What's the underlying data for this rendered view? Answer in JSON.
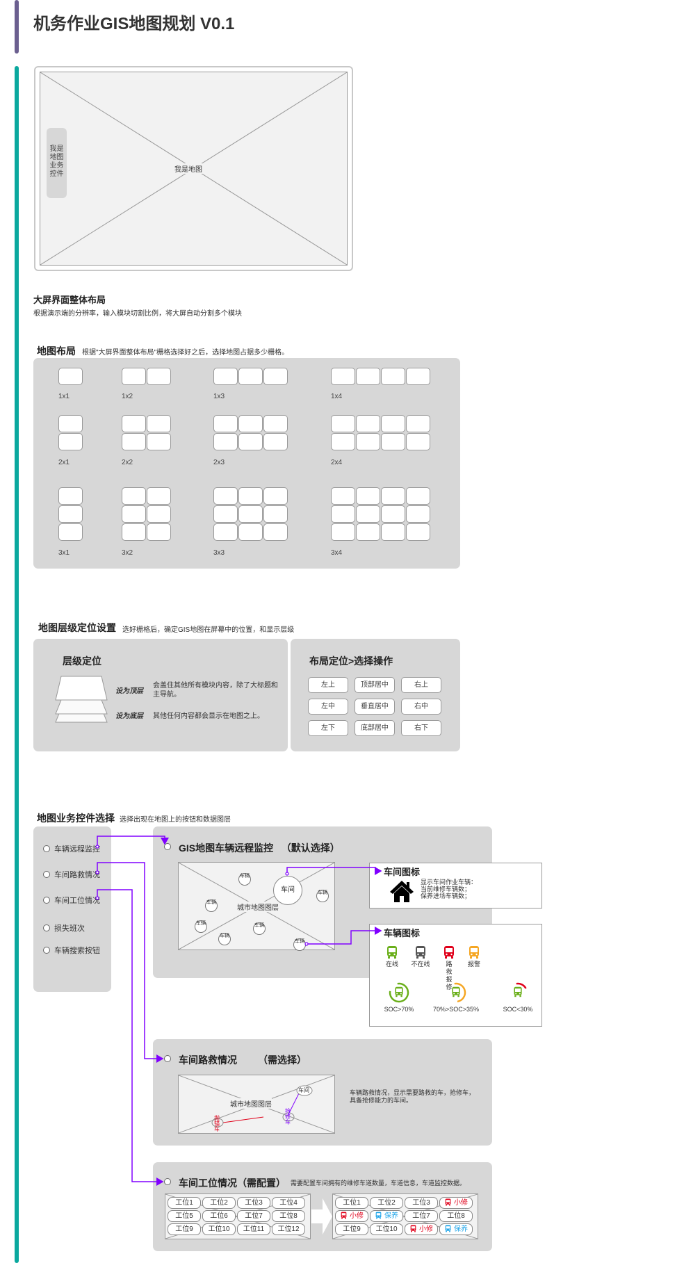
{
  "title": "机务作业GIS地图规划 V0.1",
  "hero": {
    "map_label": "我是地图",
    "control_label": "我是地图业务控件"
  },
  "overall_layout": {
    "title": "大屏界面整体布局",
    "desc": "根据演示端的分辨率，输入模块切割比例，将大屏自动分割多个模块"
  },
  "map_layout": {
    "title": "地图布局",
    "desc": "根据\"大屏界面整体布局\"栅格选择好之后，选择地图占据多少栅格。",
    "grids": [
      {
        "label": "1x1",
        "rows": 1,
        "cols": 1
      },
      {
        "label": "1x2",
        "rows": 1,
        "cols": 2
      },
      {
        "label": "1x3",
        "rows": 1,
        "cols": 3
      },
      {
        "label": "1x4",
        "rows": 1,
        "cols": 4
      },
      {
        "label": "2x1",
        "rows": 2,
        "cols": 1
      },
      {
        "label": "2x2",
        "rows": 2,
        "cols": 2
      },
      {
        "label": "2x3",
        "rows": 2,
        "cols": 3
      },
      {
        "label": "2x4",
        "rows": 2,
        "cols": 4
      },
      {
        "label": "3x1",
        "rows": 3,
        "cols": 1
      },
      {
        "label": "3x2",
        "rows": 3,
        "cols": 2
      },
      {
        "label": "3x3",
        "rows": 3,
        "cols": 3
      },
      {
        "label": "3x4",
        "rows": 3,
        "cols": 4
      }
    ]
  },
  "layer_setting": {
    "title": "地图层级定位设置",
    "desc": "选好栅格后，确定GIS地图在屏幕中的位置，和显示层级",
    "layer": {
      "title": "层级定位",
      "top_label": "设为顶层",
      "top_desc": "会盖住其他所有模块内容，除了大标题和主导航。",
      "bottom_label": "设为底层",
      "bottom_desc": "其他任何内容都会显示在地图之上。"
    },
    "position": {
      "title": "布局定位>选择操作",
      "buttons": [
        "左上",
        "顶部居中",
        "右上",
        "左中",
        "垂直居中",
        "右中",
        "左下",
        "底部居中",
        "右下"
      ]
    }
  },
  "controls": {
    "title": "地图业务控件选择",
    "desc": "选择出现在地图上的按钮和数据图层",
    "options": [
      "车辆远程监控",
      "车间路救情况",
      "车间工位情况",
      "损失班次",
      "车辆搜索按钮"
    ],
    "monitor": {
      "title": "GIS地图车辆远程监控",
      "note": "（默认选择）",
      "map_label": "城市地图图层",
      "workshop_label": "车间",
      "vehicle_label": "车辆",
      "workshop_icon": {
        "title": "车间图标",
        "lines": [
          "显示车间作业车辆：",
          "当前维修车辆数；",
          "保养进场车辆数；"
        ]
      },
      "vehicle_icon": {
        "title": "车辆图标",
        "states": [
          {
            "label": "在线",
            "color": "#6aaf1a"
          },
          {
            "label": "不在线",
            "color": "#555555"
          },
          {
            "label": "路救报修",
            "color": "#e0001a"
          },
          {
            "label": "报警",
            "color": "#f5a623"
          }
        ],
        "soc": [
          {
            "label": "SOC>70%",
            "color": "#6aaf1a",
            "level": 0.8
          },
          {
            "label": "70%>SOC>35%",
            "color": "#f5a623",
            "level": 0.5
          },
          {
            "label": "SOC<30%",
            "color": "#e0001a",
            "level": 0.2
          }
        ]
      }
    },
    "rescue": {
      "title": "车间路救情况",
      "note": "（需选择）",
      "map_label": "城市地图图层",
      "workshop_label": "车间",
      "repair_car": "抢修车",
      "broken_car": "抛锚车",
      "desc": "车辆路救情况，显示需要路救的车，抢修车，具备抢修能力的车间。"
    },
    "stations": {
      "title": "车间工位情况（需配置）",
      "desc": "需要配置车间拥有的维修车道数量，车道信息，车道监控数据。",
      "left": [
        "工位1",
        "工位2",
        "工位3",
        "工位4",
        "工位5",
        "工位6",
        "工位7",
        "工位8",
        "工位9",
        "工位10",
        "工位11",
        "工位12"
      ],
      "right": [
        {
          "label": "工位1"
        },
        {
          "label": "工位2"
        },
        {
          "label": "工位3"
        },
        {
          "label": "小修",
          "color": "#e0001a"
        },
        {
          "label": "小修",
          "color": "#e0001a"
        },
        {
          "label": "保养",
          "color": "#1aa3e8"
        },
        {
          "label": "工位7"
        },
        {
          "label": "工位8"
        },
        {
          "label": "工位9"
        },
        {
          "label": "工位10"
        },
        {
          "label": "小修",
          "color": "#e0001a"
        },
        {
          "label": "保养",
          "color": "#1aa3e8"
        }
      ]
    }
  },
  "colors": {
    "accent_line": "#8000ff",
    "teal": "#0aa89e",
    "purple_bar": "#6b5f8f"
  }
}
